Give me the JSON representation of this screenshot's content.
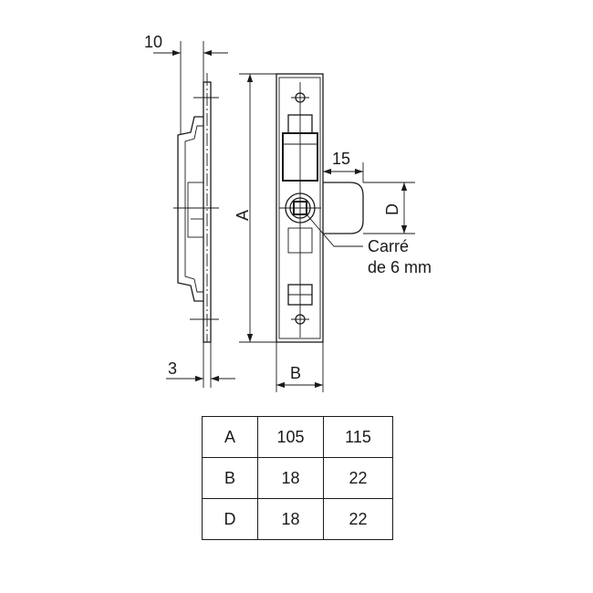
{
  "dimensions": {
    "flange_width": "10",
    "plate_thickness": "3",
    "height": "A",
    "width": "B",
    "bolt_offset": "15",
    "bolt_diameter": "D"
  },
  "callout": {
    "line1": "Carré",
    "line2": "de 6 mm"
  },
  "table": {
    "rows": [
      {
        "key": "A",
        "v1": "105",
        "v2": "115"
      },
      {
        "key": "B",
        "v1": "18",
        "v2": "22"
      },
      {
        "key": "D",
        "v1": "18",
        "v2": "22"
      }
    ]
  },
  "colors": {
    "line": "#1a1a1a",
    "background": "#ffffff"
  }
}
